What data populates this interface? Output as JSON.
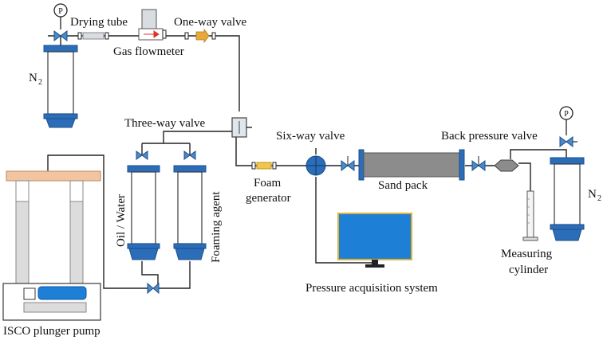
{
  "labels": {
    "n2_left": "N",
    "n2_left_sub": "2",
    "drying_tube": "Drying tube",
    "gas_flowmeter": "Gas flowmeter",
    "one_way_valve": "One-way valve",
    "three_way_valve": "Three-way valve",
    "oil_water": "Oil / Water",
    "foaming_agent": "Foaming agent",
    "foam_generator_line1": "Foam",
    "foam_generator_line2": "generator",
    "six_way_valve": "Six-way valve",
    "sand_pack": "Sand pack",
    "back_pressure_valve": "Back pressure valve",
    "n2_right": "N",
    "n2_right_sub": "2",
    "measuring_cylinder_line1": "Measuring",
    "measuring_cylinder_line2": "cylinder",
    "pressure_acquisition": "Pressure acquisition system",
    "isco_pump": "ISCO plunger pump",
    "gauge_symbol": "P"
  },
  "colors": {
    "vessel_fill": "#ffffff",
    "vessel_base": "#2b6db8",
    "vessel_outline": "#3a3a3a",
    "sand_pack_fill": "#8c8c8c",
    "sand_pack_cap": "#2b6db8",
    "monitor_screen": "#1e7fd6",
    "pump_top": "#f2c5a0",
    "pump_column": "#dcdcdc",
    "pump_display": "#1e7fd6",
    "drying_tube": "#d9dde2",
    "foam_generator": "#f3c64b",
    "check_valve": "#e8a93a",
    "flow_arrow": "#e0312f",
    "valve_fill": "#4b89c9"
  }
}
